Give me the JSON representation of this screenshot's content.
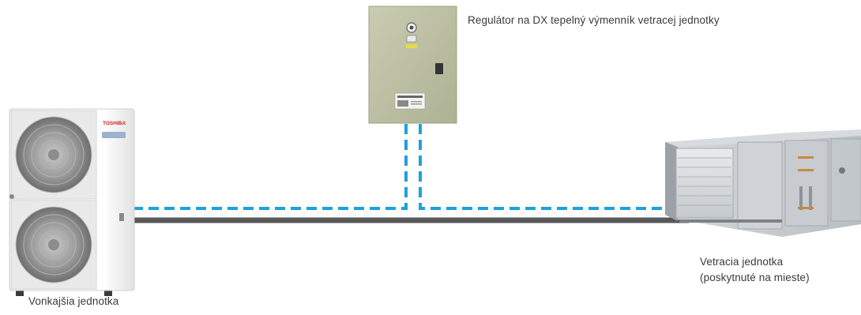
{
  "labels": {
    "controller": "Regulátor na DX tepelný výmenník vetracej jednotky",
    "ventilation_unit_line1": "Vetracia jednotka",
    "ventilation_unit_line2": "(poskytnuté na mieste)",
    "outdoor_unit": "Vonkajšia jednotka"
  },
  "outdoor_unit": {
    "brand": "TOSHIBA"
  },
  "colors": {
    "dashed_line": "#1ea0df",
    "pipe_line": "#555555",
    "controller_box": "#bcc0a2"
  }
}
